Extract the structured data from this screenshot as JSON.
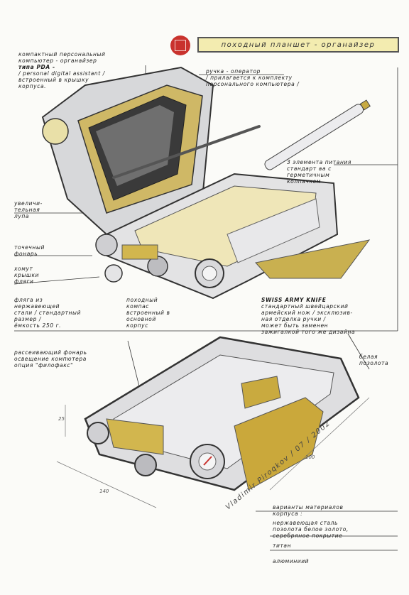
{
  "title": "походный планшет - органайзер",
  "signature": "Vladimir Piroqkov / 07 / 2002",
  "dimensions": {
    "d1": "140",
    "d2": "100",
    "d3": "25"
  },
  "notes": {
    "pda": [
      "компактный персональный",
      "компьютер - органайзер",
      "типа PDA -",
      "/ personal digital assistant /",
      "встроенный в крышку",
      "корпуса."
    ],
    "pen": [
      "ручка - оператор",
      "/ прилагается к комплекту",
      "персонального компьютера /"
    ],
    "battery": [
      "3 элемента питания",
      "стандарт AA с",
      "герметичным",
      "колпачком"
    ],
    "magnifier": [
      "увеличи-",
      "тельная",
      "лупа"
    ],
    "flashlight": [
      "точечный",
      "фонарь"
    ],
    "flask_cap": [
      "хомут",
      "крышки",
      "фляги"
    ],
    "flask": [
      "фляга из",
      "нержавеющей",
      "стали / стандартный",
      "размер /",
      "ёмкость 250 г."
    ],
    "compass": [
      "походный",
      "компас",
      "встроенный в",
      "основной",
      "корпус"
    ],
    "knife": [
      "swiss army knife",
      "стандартный швейцарский",
      "армейский нож / эксклюзив-",
      "ная отделка ручки /",
      "может быть заменен",
      "зажигалкой того же дизайна"
    ],
    "diffuse_light": [
      "рассеивающий фонарь",
      "освещение компютера",
      "опция \"филофакс\""
    ],
    "gilding": [
      "белая",
      "позолота"
    ],
    "materials": [
      "варианты материалов",
      "корпуса :"
    ],
    "mat1": [
      "нержавеющая сталь",
      "позолота белое золото,",
      "серебряное покрытие"
    ],
    "mat2": [
      "титан"
    ],
    "mat3": [
      "алюминиий"
    ]
  }
}
